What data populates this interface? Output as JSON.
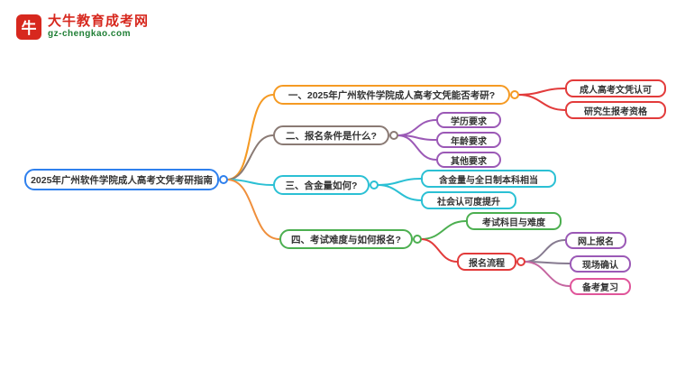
{
  "logo": {
    "icon": "牛",
    "title": "大牛教育成考网",
    "subtitle": "gz-chengkao.com"
  },
  "colors": {
    "center_blue": "#2f80ed",
    "branch_orange": "#f59a23",
    "child_red": "#e23b3b",
    "branch_gray": "#8a7a74",
    "child_purple": "#9b59b6",
    "branch_cyan": "#2bc0d4",
    "branch_green": "#4caf50",
    "child_pink": "#d864a8",
    "logo_red": "#d7281e",
    "logo_green": "#1e7e34"
  },
  "mindmap": {
    "center": "2025年广州软件学院成人高考文凭考研指南",
    "branch1": {
      "label": "一、2025年广州软件学院成人高考文凭能否考研?",
      "children": [
        "成人高考文凭认可",
        "研究生报考资格"
      ]
    },
    "branch2": {
      "label": "二、报名条件是什么?",
      "children": [
        "学历要求",
        "年龄要求",
        "其他要求"
      ]
    },
    "branch3": {
      "label": "三、含金量如何?",
      "children": [
        "含金量与全日制本科相当",
        "社会认可度提升"
      ]
    },
    "branch4": {
      "label": "四、考试难度与如何报名?",
      "children": [
        "考试科目与难度",
        "报名流程"
      ],
      "process_children": [
        "网上报名",
        "现场确认",
        "备考复习"
      ]
    }
  }
}
